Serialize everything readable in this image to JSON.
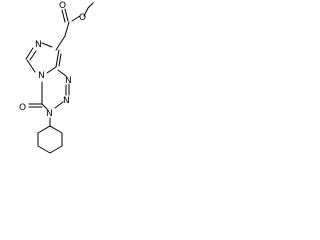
{
  "atoms": {
    "carbonyl_o": "O",
    "ester_o": "O",
    "imidazole_n": "N",
    "bridge_n": "N",
    "triazine_n1": "N",
    "triazine_n2": "N",
    "triazine_n3": "N",
    "oxo_o": "O"
  }
}
